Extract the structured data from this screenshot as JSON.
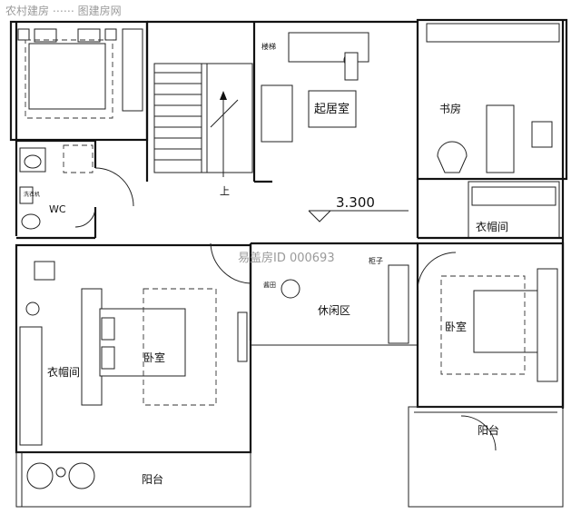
{
  "watermark": {
    "top_text": "农村建房 ⋯⋯ 图建房网",
    "center_text": "易盖房ID 000693"
  },
  "level": {
    "elevation": "3.300"
  },
  "rooms": {
    "living_room": "起居室",
    "study": "书房",
    "closet_right": "衣帽间",
    "wc": "WC",
    "leisure": "休闲区",
    "master_closet": "衣帽间",
    "master_bedroom": "卧室",
    "right_bedroom": "卧室",
    "balcony_left": "阳台",
    "balcony_right": "阳台"
  },
  "annotations": {
    "stair_up": "上",
    "stair_rail": "楼梯",
    "cabinet": "柜子",
    "washer": "洗衣机",
    "table_note": "酱田"
  },
  "colors": {
    "line": "#111111",
    "watermark": "#9a9a9a",
    "background": "#ffffff"
  }
}
